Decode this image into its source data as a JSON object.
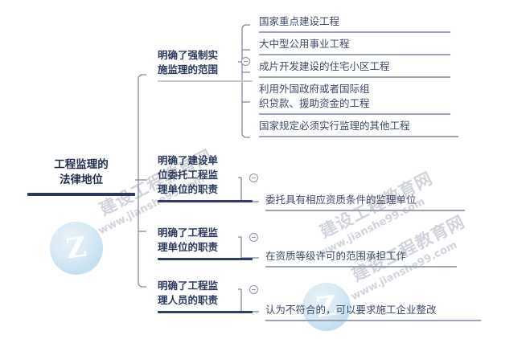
{
  "diagram": {
    "type": "mind-map",
    "title": "工程监理的法律地位",
    "root": {
      "label": "工程监理的\n法律地位"
    },
    "branches": [
      {
        "label": "明确了强制实\n施监理的范围",
        "toggle": "collapse-minus-icon",
        "leaves": [
          {
            "label": "国家重点建设工程"
          },
          {
            "label": "大中型公用事业工程"
          },
          {
            "label": "成片开发建设的住宅小区工程"
          },
          {
            "label": "利用外国政府或者国际组\n织贷款、援助资金的工程"
          },
          {
            "label": "国家规定必须实行监理的其他工程"
          }
        ]
      },
      {
        "label": "明确了建设单\n位委托工程监\n理单位的职责",
        "toggle": "collapse-minus-icon",
        "leaves": [
          {
            "label": "委托具有相应资质条件的监理单位"
          }
        ]
      },
      {
        "label": "明确了工程监\n理单位的职责",
        "toggle": "collapse-minus-icon",
        "leaves": [
          {
            "label": "在资质等级许可的范围承担工作"
          }
        ]
      },
      {
        "label": "明确了工程监\n理人员的职责",
        "toggle": "collapse-minus-icon",
        "leaves": [
          {
            "label": "认为不符合的，可以要求施工企业整改"
          }
        ]
      }
    ]
  },
  "watermark": {
    "cn": "建设工程教育网",
    "en": "www.jianshe99.com",
    "logo_glyph": "Z",
    "logo_name": "site-logo-watermark"
  },
  "colors": {
    "root_rule": "#2b3a5c",
    "branch_text": "#2b3a5c",
    "leaf_text": "#3c4a66",
    "connector": "#7b8398",
    "watermark": "#c9ccd6"
  }
}
